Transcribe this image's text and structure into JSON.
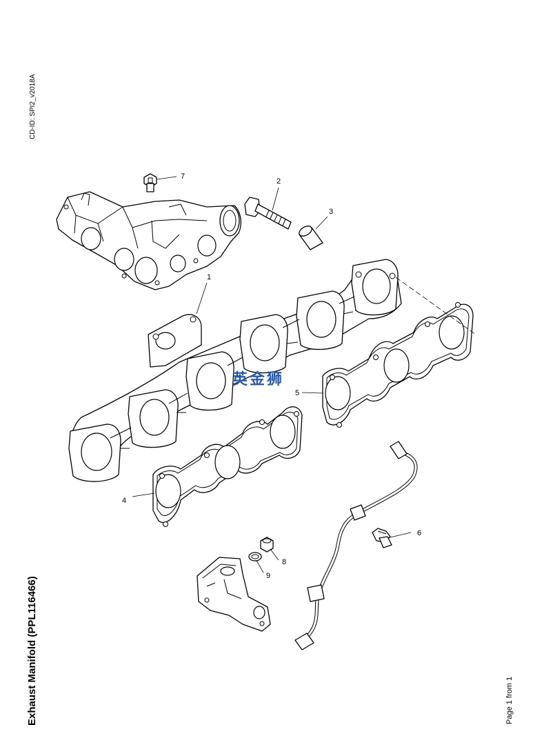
{
  "header": {
    "cd_id": "CD-ID: SPI2_v2018A"
  },
  "footer": {
    "title": "Exhaust Manifold (PPL116466)",
    "page": "Page 1 from 1"
  },
  "watermark": {
    "text": "英金狮",
    "color": "#2c5aa8"
  },
  "callouts": {
    "c1": "1",
    "c2": "2",
    "c3": "3",
    "c4": "4",
    "c5": "5",
    "c6": "6",
    "c7": "7",
    "c8": "8",
    "c9": "9"
  }
}
